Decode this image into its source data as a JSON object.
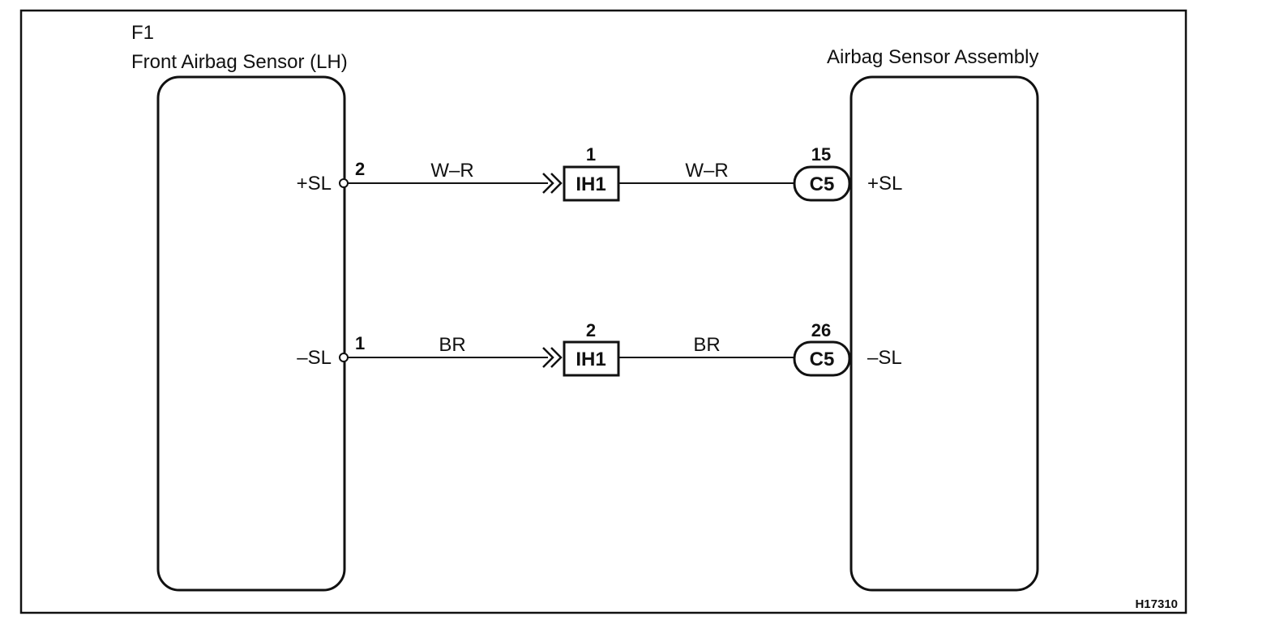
{
  "left_component": {
    "code": "F1",
    "name": "Front Airbag Sensor (LH)"
  },
  "right_component": {
    "name": "Airbag Sensor Assembly"
  },
  "circuits": [
    {
      "left_terminal": "+SL",
      "left_pin": "2",
      "wire_left": "W–R",
      "junction_pin": "1",
      "junction": "IH1",
      "wire_right": "W–R",
      "connector_pin": "15",
      "connector": "C5",
      "right_terminal": "+SL"
    },
    {
      "left_terminal": "–SL",
      "left_pin": "1",
      "wire_left": "BR",
      "junction_pin": "2",
      "junction": "IH1",
      "wire_right": "BR",
      "connector_pin": "26",
      "connector": "C5",
      "right_terminal": "–SL"
    }
  ],
  "figure_id": "H17310"
}
